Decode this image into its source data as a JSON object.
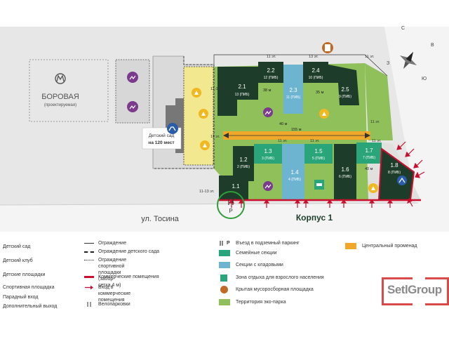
{
  "metro": {
    "name": "БОРОВАЯ",
    "status": "(проектируемая)"
  },
  "kindergarten": {
    "line1": "Детский сад",
    "line2": "на 120 мест"
  },
  "street": "ул. Тосина",
  "building_title": "Корпус 1",
  "compass": {
    "north": "С",
    "east": "В",
    "south": "Ю",
    "west": "З"
  },
  "sections": [
    {
      "num": "2.1",
      "floors": "13 (ПИБ)"
    },
    {
      "num": "2.2",
      "floors": "12 (ПИБ)"
    },
    {
      "num": "2.3",
      "floors": "11 (ПИБ)"
    },
    {
      "num": "2.4",
      "floors": "10 (ПИБ)"
    },
    {
      "num": "2.5",
      "floors": "9 (ПИБ)"
    },
    {
      "num": "1.1",
      "floors": ""
    },
    {
      "num": "1.2",
      "floors": "2 (ПИБ)"
    },
    {
      "num": "1.3",
      "floors": "3 (ПИБ)"
    },
    {
      "num": "1.4",
      "floors": "4 (ПИБ)"
    },
    {
      "num": "1.5",
      "floors": "5 (ПИБ)"
    },
    {
      "num": "1.6",
      "floors": "6 (ПИБ)"
    },
    {
      "num": "1.7",
      "floors": "7 (ПИБ)"
    },
    {
      "num": "1.8",
      "floors": "8 (ПИБ)"
    }
  ],
  "floor_labels": [
    "11 эт.",
    "11-13 эт.",
    "13 эт.",
    "11 эт.",
    "11 эт.",
    "11 эт.",
    "11-13 эт.",
    "11 эт.",
    "11 эт.",
    "11 эт."
  ],
  "dimensions": [
    "155 м",
    "40 м",
    "38 м",
    "35 м",
    "40 м"
  ],
  "parking_label": "P",
  "legend": {
    "left": [
      "Детский сад",
      "Детский клуб",
      "Детские площадки",
      "Спортивная площадка",
      "Парадный вход",
      "Дополнительный выход"
    ],
    "middle": [
      "Ограждение",
      "Ограждение детского сада",
      "Ограждение спортивной площадки\n(забор-сетка 4 м)",
      "Коммерческие помещения",
      "Вход в коммерческие\nпомещения",
      "Велопарковки"
    ],
    "right": [
      "Въезд в подземный паркинг",
      "Семейные секции",
      "Секции с кладовыми",
      "Зона отдыха для взрослого населения",
      "Крытая мусоросборная площадка",
      "Территория эко-парка"
    ],
    "far_right": "Центральный променад",
    "parking_symbol": "P"
  },
  "brand": "SetlGroup",
  "colors": {
    "building": "#1d3d2a",
    "family": "#2aa57a",
    "storage": "#6cb4cf",
    "park": "#8fc05a",
    "promenade": "#f0a82a",
    "commercial": "#c8102e",
    "kids": "#f2e890",
    "ground": "#e6e7e6",
    "road": "#f4f4f4"
  }
}
